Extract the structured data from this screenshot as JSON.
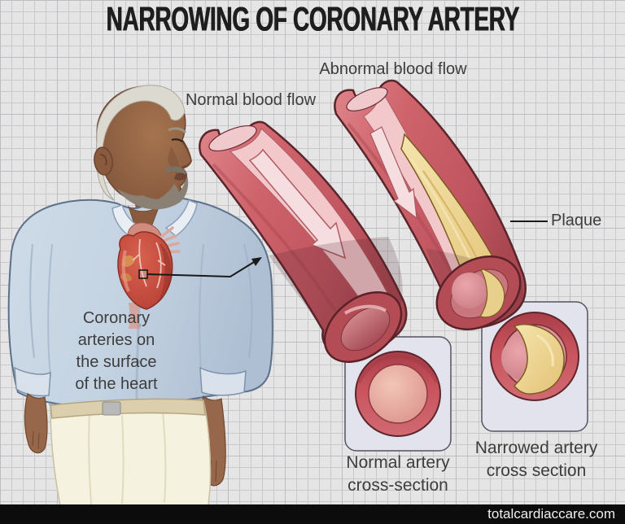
{
  "title": "NARROWING OF CORONARY ARTERY",
  "labels": {
    "abnormal_flow": "Abnormal blood flow",
    "normal_flow": "Normal blood flow",
    "plaque": "Plaque",
    "coronary_note_lines": [
      "Coronary",
      "arteries on",
      "the surface",
      "of the heart"
    ],
    "normal_cross_lines": [
      "Normal artery",
      "cross-section"
    ],
    "narrowed_cross_lines": [
      "Narrowed artery",
      "cross section"
    ]
  },
  "footer": {
    "website": "totalcardiaccare.com"
  },
  "colors": {
    "background": "#e5e5e6",
    "grid_line": "#c9c9cd",
    "title_text": "#1e1e1e",
    "label_text": "#3d3d3d",
    "footer_bg": "#0c0c0c",
    "footer_text": "#efefef",
    "artery_red": "#cf6068",
    "artery_outline": "#5a2228",
    "lumen_pink": "#f2c8cb",
    "flow_arrow_pink": "#f6dee0",
    "plaque_yellow": "#ecd28d",
    "panel_bg": "#e2e3ed",
    "shirt_blue": "#c7d5e3",
    "skin_brown": "#996946",
    "pants_cream": "#f6f2e0",
    "heart_red": "#c24a3e"
  }
}
